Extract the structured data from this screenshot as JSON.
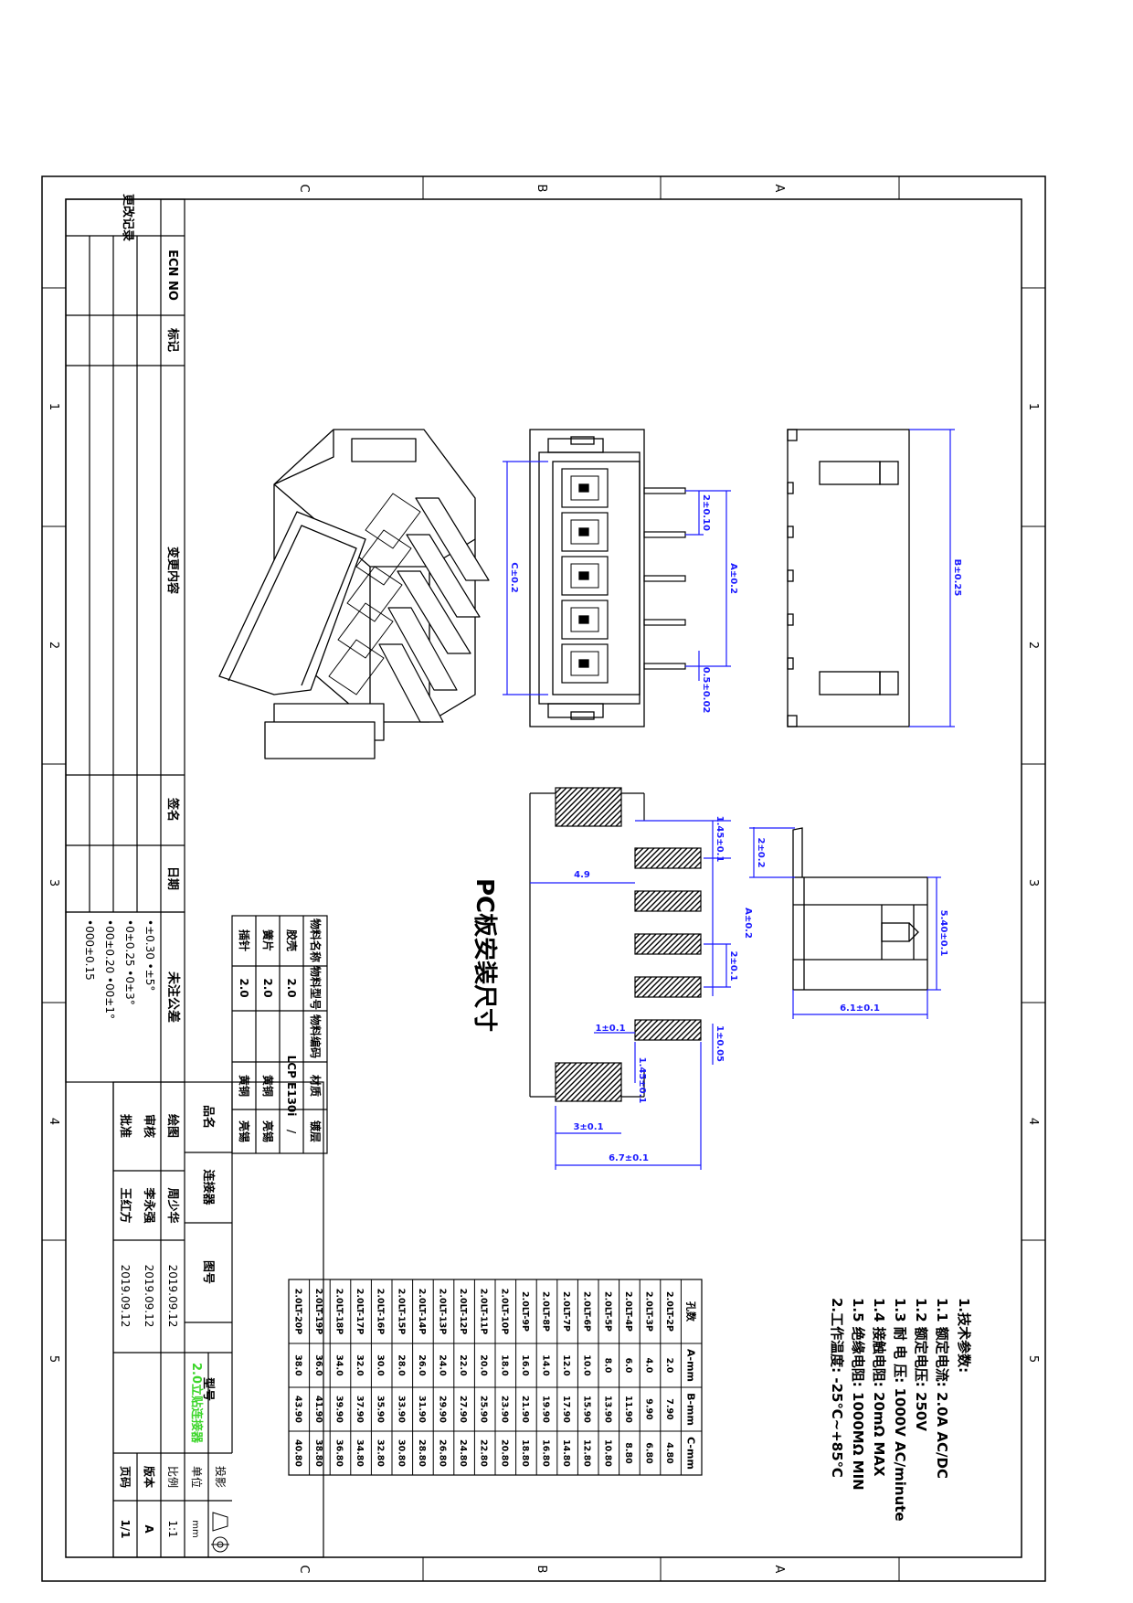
{
  "zones": {
    "top": [
      "C",
      "B",
      "A"
    ],
    "bottom": [
      "C",
      "B",
      "A"
    ],
    "left": [
      "1",
      "2",
      "3",
      "4",
      "5"
    ],
    "right": [
      "1",
      "2",
      "3",
      "4",
      "5"
    ]
  },
  "revision_block": {
    "col_labels": [
      "更改记录",
      "ECN NO",
      "标记",
      "变更内容",
      "签名",
      "日期"
    ]
  },
  "tolerances": {
    "title": "未注公差",
    "lines": [
      "•±0.30  •±5°",
      "•0±0.25  •0±3°",
      "•00±0.20  •00±1°",
      "•000±0.15"
    ]
  },
  "materials": {
    "headers": [
      "物料名称",
      "物料型号",
      "物料编码",
      "材质",
      "镀层"
    ],
    "rows": [
      [
        "胶壳",
        "2.0",
        "",
        "LCP E130i",
        "/"
      ],
      [
        "簧片",
        "2.0",
        "",
        "黄铜",
        "亮锡"
      ],
      [
        "插针",
        "2.0",
        "",
        "黄铜",
        "亮锡"
      ]
    ]
  },
  "title_block": {
    "label_product": "品名",
    "product_name": "连接器",
    "label_drawing_no": "图号",
    "label_model": "型号",
    "model": "2.0立贴连接器",
    "label_draw": "绘图",
    "draw_name": "周少华",
    "draw_date": "2019.09.12",
    "label_review": "审核",
    "review_name": "李永强",
    "review_date": "2019.09.12",
    "label_approve": "批准",
    "approve_name": "王红方",
    "approve_date": "2019.09.12",
    "label_scale": "比例",
    "scale": "1:1",
    "label_unit": "单位",
    "unit": "mm",
    "label_projection": "投影",
    "label_version": "版本",
    "version": "A",
    "label_page": "页码",
    "page": "1/1"
  },
  "tech_params": {
    "title": "1.技术参数:",
    "lines": [
      "1.1 额定电流: 2.0A AC/DC",
      "1.2 额定电压: 250V",
      "1.3 耐 电 压: 1000V AC/minute",
      "1.4 接触电阻: 20mΩ MAX",
      "1.5 绝缘电阻: 1000MΩ MIN",
      "2.工作温度: -25℃~+85℃"
    ]
  },
  "dim_table": {
    "headers": [
      "孔数",
      "A-mm",
      "B-mm",
      "C-mm"
    ],
    "rows": [
      [
        "2.0LT-2P",
        "2.0",
        "7.90",
        "4.80"
      ],
      [
        "2.0LT-3P",
        "4.0",
        "9.90",
        "6.80"
      ],
      [
        "2.0LT-4P",
        "6.0",
        "11.90",
        "8.80"
      ],
      [
        "2.0LT-5P",
        "8.0",
        "13.90",
        "10.80"
      ],
      [
        "2.0LT-6P",
        "10.0",
        "15.90",
        "12.80"
      ],
      [
        "2.0LT-7P",
        "12.0",
        "17.90",
        "14.80"
      ],
      [
        "2.0LT-8P",
        "14.0",
        "19.90",
        "16.80"
      ],
      [
        "2.0LT-9P",
        "16.0",
        "21.90",
        "18.80"
      ],
      [
        "2.0LT-10P",
        "18.0",
        "23.90",
        "20.80"
      ],
      [
        "2.0LT-11P",
        "20.0",
        "25.90",
        "22.80"
      ],
      [
        "2.0LT-12P",
        "22.0",
        "27.90",
        "24.80"
      ],
      [
        "2.0LT-13P",
        "24.0",
        "29.90",
        "26.80"
      ],
      [
        "2.0LT-14P",
        "26.0",
        "31.90",
        "28.80"
      ],
      [
        "2.0LT-15P",
        "28.0",
        "33.90",
        "30.80"
      ],
      [
        "2.0LT-16P",
        "30.0",
        "35.90",
        "32.80"
      ],
      [
        "2.0LT-17P",
        "32.0",
        "37.90",
        "34.80"
      ],
      [
        "2.0LT-18P",
        "34.0",
        "39.90",
        "36.80"
      ],
      [
        "2.0LT-19P",
        "36.0",
        "41.90",
        "38.80"
      ],
      [
        "2.0LT-20P",
        "38.0",
        "43.90",
        "40.80"
      ]
    ]
  },
  "drawing": {
    "pcb_title": "PC板安装尺寸",
    "dims": {
      "pitch_top": "2±0.10",
      "a_top": "A±0.2",
      "c_top": "C±0.2",
      "pin": "0.5±0.02",
      "b_side": "B±0.25",
      "a_pcb": "A±0.2",
      "pitch_pcb": "2±0.1",
      "w49": "4.9",
      "d145a": "1.45±0.1",
      "d145b": "1.45±0.1",
      "d1": "1±0.1",
      "d1b": "1±0.05",
      "d3": "3±0.1",
      "d67": "6.7±0.1",
      "d2": "2±0.2",
      "d54": "5.40±0.1",
      "d61": "6.1±0.1"
    }
  }
}
